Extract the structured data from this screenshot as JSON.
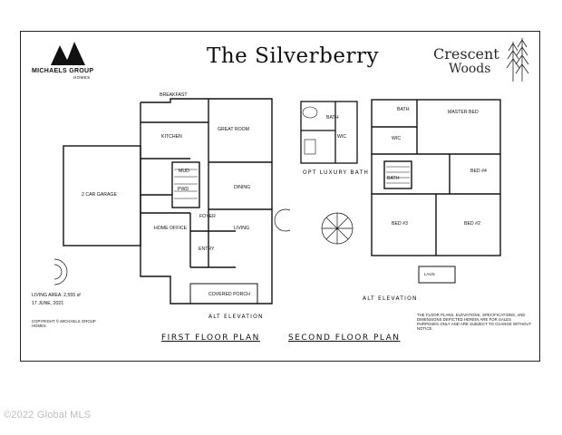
{
  "title": "The Silverberry",
  "builder": {
    "name": "MICHAELS GROUP",
    "sub": "HOMES"
  },
  "community": {
    "line1": "Crescent",
    "line2": "Woods"
  },
  "first_floor": {
    "rooms": {
      "breakfast": "BREAKFAST",
      "kitchen": "KITCHEN",
      "great_room": "GREAT ROOM",
      "mud": "MUD",
      "pwdr": "PWD",
      "dining": "DINING",
      "foyer": "FOYER",
      "home_office": "HOME OFFICE",
      "living": "LIVING",
      "entry": "ENTRY",
      "garage": "2 CAR GARAGE",
      "porch": "COVERED PORCH"
    },
    "label": "FIRST FLOOR PLAN",
    "elevation": "ALT ELEVATION"
  },
  "second_floor": {
    "rooms": {
      "bath": "BATH",
      "master_bed": "MASTER BED",
      "wic": "WIC",
      "bed4": "BED #4",
      "bath2": "BATH",
      "bed3": "BED #3",
      "bed2": "BED #2",
      "laundry": "LAUN"
    },
    "label": "SECOND FLOOR PLAN",
    "elevation": "ALT ELEVATION",
    "opt_bath_label": "OPT LUXURY BATH",
    "opt_bath_rooms": {
      "bath": "BATH",
      "wic": "WIC"
    }
  },
  "living_area": "LIVING AREA: 2,555 sf",
  "date": "17 JUNE, 2021",
  "copyright": "COPYRIGHT © MICHAELS GROUP HOMES",
  "disclaimer": "THE FLOOR PLANS, ELEVATIONS, SPECIFICATIONS, AND DIMENSIONS DEPICTED HEREIN ARE FOR SALES PURPOSES ONLY AND ARE SUBJECT TO CHANGE WITHOUT NOTICE.",
  "watermark": "©2022 Global MLS"
}
